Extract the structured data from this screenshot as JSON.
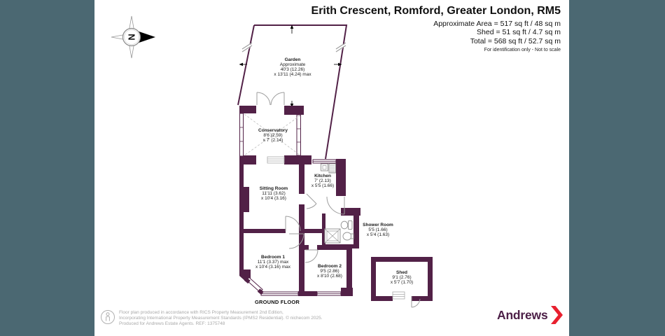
{
  "header": {
    "title": "Erith Crescent, Romford, Greater London, RM5",
    "area_lines": [
      "Approximate Area = 517 sq ft / 48 sq m",
      "Shed = 51 sq ft / 4.7 sq m",
      "Total = 568 sq ft / 52.7 sq m"
    ],
    "note": "For identification only - Not to scale"
  },
  "compass": {
    "north_label": "N"
  },
  "floorplan": {
    "floor_label": "GROUND FLOOR",
    "rooms": {
      "garden": {
        "name": "Garden",
        "dims": [
          "Approximate",
          "40'3 (12.26)",
          "x 13'11 (4.24) max"
        ]
      },
      "conservatory": {
        "name": "Conservatory",
        "dims": [
          "8'6 (2.59)",
          "x 7' (2.14)"
        ]
      },
      "kitchen": {
        "name": "Kitchen",
        "dims": [
          "7' (2.13)",
          "x 5'5 (1.66)"
        ]
      },
      "sitting_room": {
        "name": "Sitting Room",
        "dims": [
          "11'11 (3.62)",
          "x 10'4 (3.16)"
        ]
      },
      "shower_room": {
        "name": "Shower Room",
        "dims": [
          "5'5 (1.66)",
          "x 5'4 (1.63)"
        ]
      },
      "bedroom1": {
        "name": "Bedroom 1",
        "dims": [
          "11'1 (3.37) max",
          "x 10'4 (3.16) max"
        ]
      },
      "bedroom2": {
        "name": "Bedroom 2",
        "dims": [
          "9'5 (2.86)",
          "x 8'10 (2.68)"
        ]
      },
      "shed": {
        "name": "Shed",
        "dims": [
          "9'1 (2.76)",
          "x 5'7 (1.70)"
        ]
      }
    }
  },
  "footer": {
    "lines": [
      "Floor plan produced in accordance with RICS Property Measurement 2nd Edition,",
      "Incorporating International Property Measurement Standards (IPMS2 Residential).   © nichecom 2025.",
      "Produced for Andrews Estate Agents.   REF: 1375748"
    ]
  },
  "logo": {
    "text": "Andrews"
  },
  "colors": {
    "background": "#4b6872",
    "page": "#ffffff",
    "wall": "#522147",
    "logo_text": "#4d2048",
    "logo_arrow": "#e8202f",
    "muted_text": "#a9a9a9"
  }
}
